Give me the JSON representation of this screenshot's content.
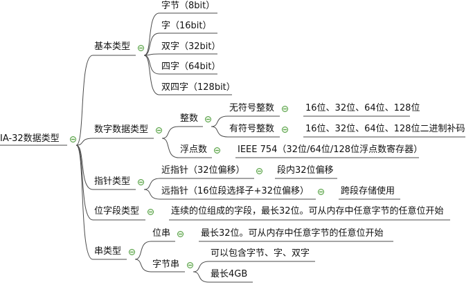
{
  "root": "IA-32数据类型",
  "basic": {
    "label": "基本类型",
    "items": [
      "字节（8bit）",
      "字（16bit）",
      "双字（32bit）",
      "四字（64bit）",
      "双四字（128bit）"
    ]
  },
  "numeric": {
    "label": "数字数据类型",
    "integer": {
      "label": "整数",
      "unsigned": {
        "label": "无符号整数",
        "detail": "16位、32位、64位、128位"
      },
      "signed": {
        "label": "有符号整数",
        "detail": "16位、32位、64位、128位二进制补码"
      }
    },
    "float": {
      "label": "浮点数",
      "detail": "IEEE 754（32位/64位/128位浮点数寄存器）"
    }
  },
  "pointer": {
    "label": "指针类型",
    "near": {
      "label": "近指针（32位偏移）",
      "detail": "段内32位偏移"
    },
    "far": {
      "label": "远指针（16位段选择子+32位偏移）",
      "detail": "跨段存储使用"
    }
  },
  "bitfield": {
    "label": "位字段类型",
    "detail": "连续的位组成的字段，最长32位。可从内存中任意字节的任意位开始"
  },
  "string": {
    "label": "串类型",
    "bitstring": {
      "label": "位串",
      "detail": "最长32位。可从内存中任意字节的任意位开始"
    },
    "bytestring": {
      "label": "字节串",
      "items": [
        "可以包含字节、字、双字",
        "最长4GB"
      ]
    }
  }
}
